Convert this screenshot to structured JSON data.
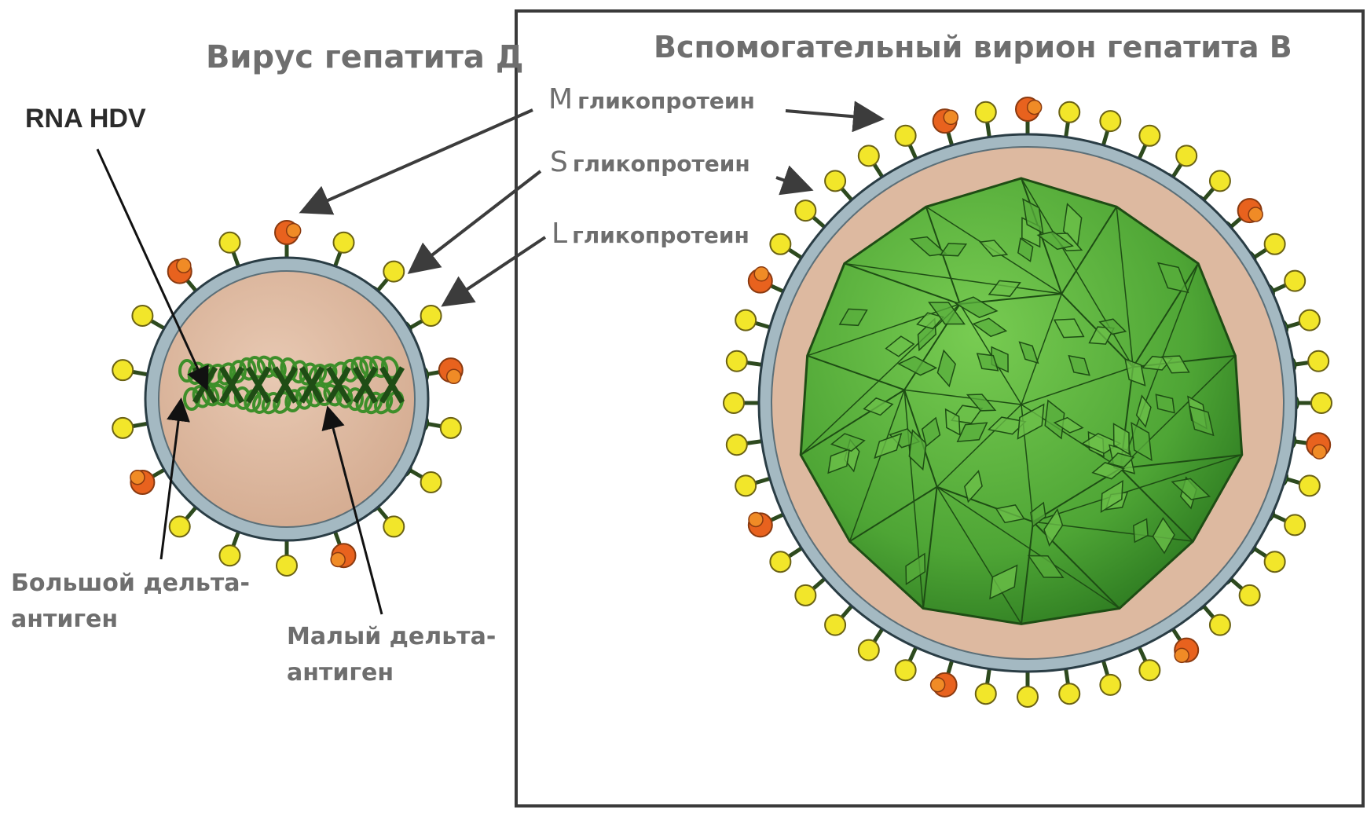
{
  "diagram": {
    "hdv_title": "Вирус гепатита Д",
    "hbv_title": "Вспомогательный вирион гепатита В",
    "rna_label": "RNA HDV",
    "large_antigen_label": "Большой дельта-\nантиген",
    "small_antigen_label": "Малый дельта-\nантиген",
    "glycoproteins": [
      {
        "letter": "M",
        "label": "гликопротеин"
      },
      {
        "letter": "S",
        "label": "гликопротеин"
      },
      {
        "letter": "L",
        "label": "гликопротеин"
      }
    ]
  },
  "colors": {
    "core_fill": "#ddb9a0",
    "membrane": "#a4b9c2",
    "capsid_light": "#6cc049",
    "capsid_dark": "#2a741f",
    "small_glycoprotein": "#f2e62a",
    "large_glycoprotein": "#e8621e",
    "middle_glycoprotein": "#f08b26",
    "rna_green": "#3d8f2a",
    "arrow_line": "#4a4a4a",
    "frame": "#3a3a3a"
  }
}
